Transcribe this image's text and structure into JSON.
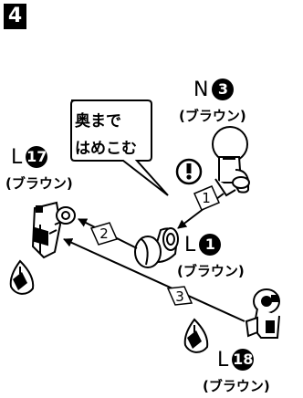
{
  "step_number": "4",
  "callout": {
    "line1": "奥まで",
    "line2": "はめこむ"
  },
  "parts": {
    "n3": {
      "letter": "N",
      "number": "3",
      "color": "(ブラウン)"
    },
    "l17": {
      "letter": "L",
      "number": "17",
      "color": "(ブラウン)"
    },
    "l1": {
      "letter": "L",
      "number": "1",
      "color": "(ブラウン)"
    },
    "l18": {
      "letter": "L",
      "number": "18",
      "color": "(ブラウン)"
    }
  },
  "steps": [
    "1",
    "2",
    "3"
  ],
  "icons": {
    "caution": "exclamation-icon",
    "glue": "glue-drop-icon"
  }
}
